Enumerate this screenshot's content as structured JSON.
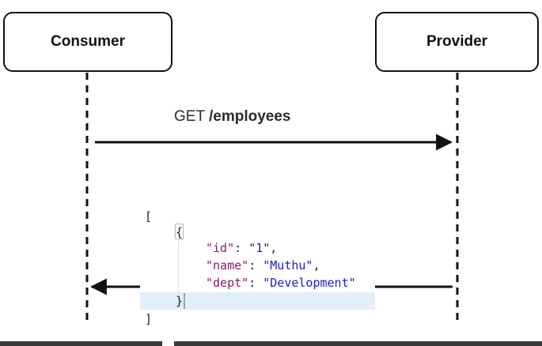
{
  "diagram": {
    "actors": {
      "consumer": "Consumer",
      "provider": "Provider"
    },
    "request": {
      "method": "GET",
      "path": "/employees"
    },
    "response": {
      "open_bracket": "[",
      "open_brace": "{",
      "fields": [
        {
          "key": "\"id\"",
          "value": "\"1\"",
          "trail": ","
        },
        {
          "key": "\"name\"",
          "value": "\"Muthu\"",
          "trail": ","
        },
        {
          "key": "\"dept\"",
          "value": "\"Development\"",
          "trail": ""
        }
      ],
      "close_brace": "}",
      "close_bracket": "]"
    }
  },
  "colors": {
    "json_key": "#8b1a6b",
    "json_string": "#1a1ad6",
    "line_highlight": "#e4eef9"
  }
}
